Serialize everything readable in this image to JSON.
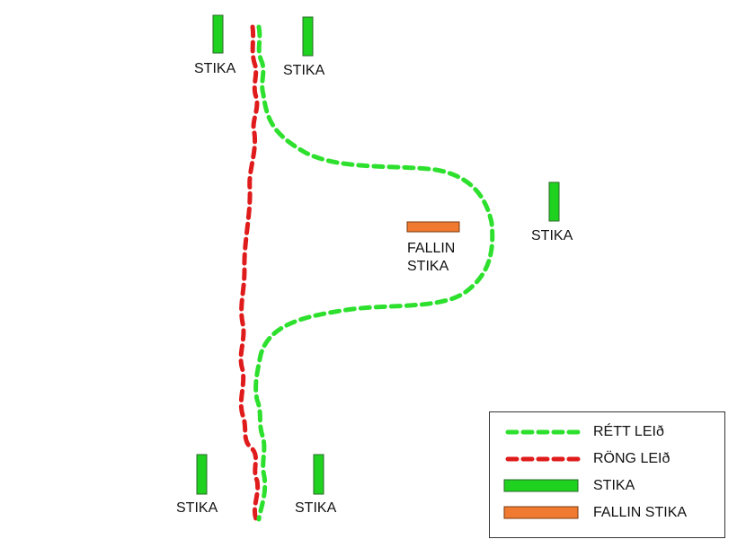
{
  "colors": {
    "correct_route": "#2ee02e",
    "wrong_route": "#e01b1b",
    "marker": "#1fd21f",
    "fallen_marker": "#f07a30",
    "marker_border": "#2a6a2a",
    "fallen_border": "#7a3a10"
  },
  "markers": {
    "top_left_label": "STIKA",
    "top_right_label": "STIKA",
    "right_label": "STIKA",
    "bottom_left_label": "STIKA",
    "bottom_right_label": "STIKA"
  },
  "fallen_marker": {
    "label_line1": "FALLIN",
    "label_line2": "STIKA"
  },
  "legend": {
    "items": [
      {
        "label": "RÉTT LEIð",
        "kind": "correct-route-dashes"
      },
      {
        "label": "RÖNG LEIð",
        "kind": "wrong-route-dashes"
      },
      {
        "label": "STIKA",
        "kind": "marker-bar"
      },
      {
        "label": "FALLIN STIKA",
        "kind": "fallen-marker-bar"
      }
    ]
  }
}
